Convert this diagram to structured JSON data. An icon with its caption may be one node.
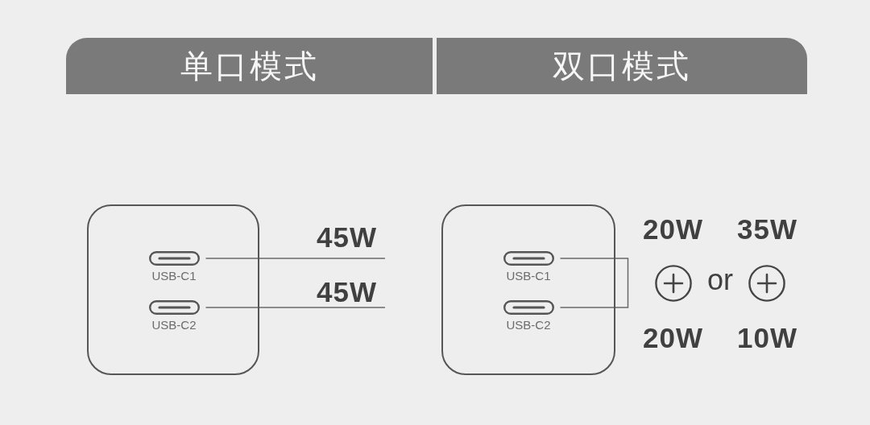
{
  "diagram": {
    "nodes": [
      {
        "text": [
          "单口模式"
        ]
      },
      {
        "text": [
          "双口模式"
        ]
      },
      {
        "text": [],
        "shape": "box"
      },
      {
        "text": [
          "USB-C1"
        ],
        "in": 2
      },
      {
        "text": [
          "USB-C2"
        ],
        "in": 2
      },
      {
        "text": [
          "45W"
        ]
      },
      {
        "text": [
          "45W"
        ]
      },
      {
        "text": [],
        "shape": "box"
      },
      {
        "text": [
          "USB-C1"
        ],
        "in": 7
      },
      {
        "text": [
          "USB-C2"
        ],
        "in": 7
      }
    ],
    "edges": [
      {
        "from": 3,
        "to": 5,
        "arrow": "none"
      },
      {
        "from": 4,
        "to": 6,
        "arrow": "none"
      },
      {
        "from": 8,
        "to": 9,
        "arrow": "none"
      }
    ],
    "labels": [
      "20W",
      "35W",
      "or",
      "20W",
      "10W"
    ]
  }
}
